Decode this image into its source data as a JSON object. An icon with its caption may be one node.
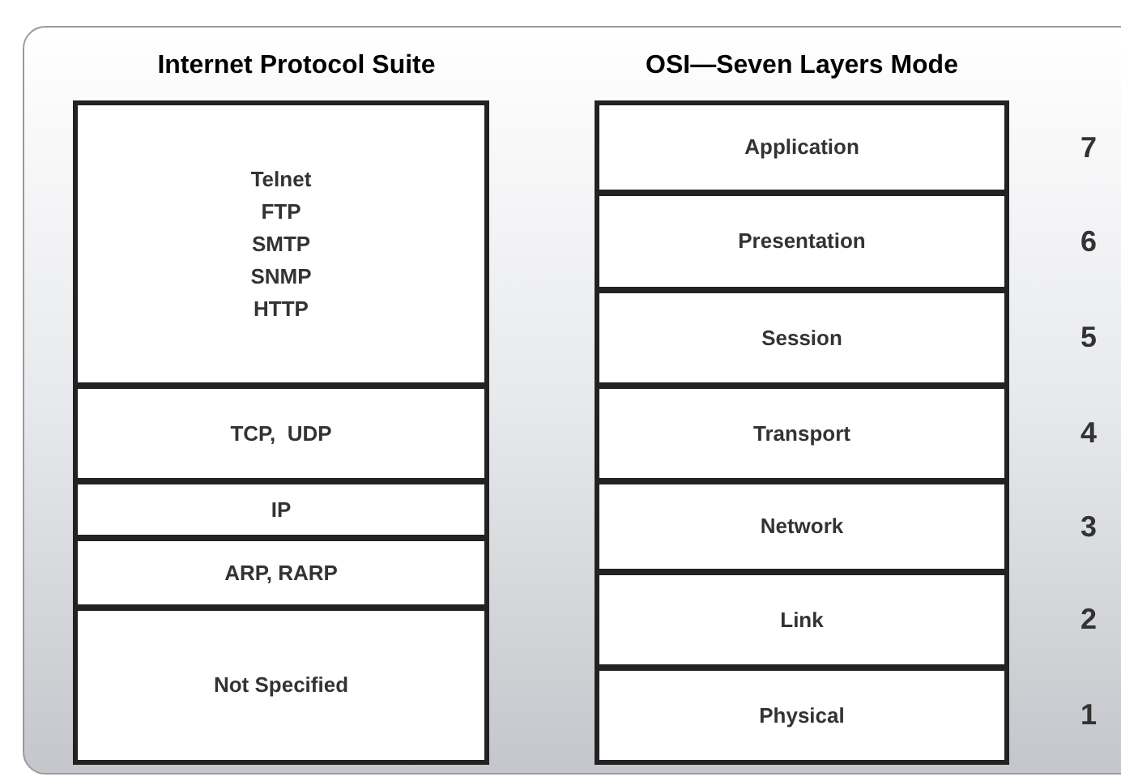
{
  "diagram": {
    "nodes": [
      {
        "text": [
          "Telnet",
          "FTP",
          "SMTP",
          "SNMP",
          "HTTP"
        ]
      },
      {
        "text": [
          "TCP,  UDP"
        ]
      },
      {
        "text": [
          "IP"
        ]
      },
      {
        "text": [
          "ARP, RARP"
        ]
      },
      {
        "text": [
          "Not Specified"
        ]
      },
      {
        "text": [
          "Application"
        ]
      },
      {
        "text": [
          "Presentation"
        ]
      },
      {
        "text": [
          "Session"
        ]
      },
      {
        "text": [
          "Transport"
        ]
      },
      {
        "text": [
          "Network"
        ]
      },
      {
        "text": [
          "Link"
        ]
      },
      {
        "text": [
          "Physical"
        ]
      }
    ],
    "labels": [
      "Internet Protocol Suite",
      "OSI—Seven Layers Mode",
      "7",
      "6",
      "5",
      "4",
      "3",
      "2",
      "1"
    ]
  }
}
